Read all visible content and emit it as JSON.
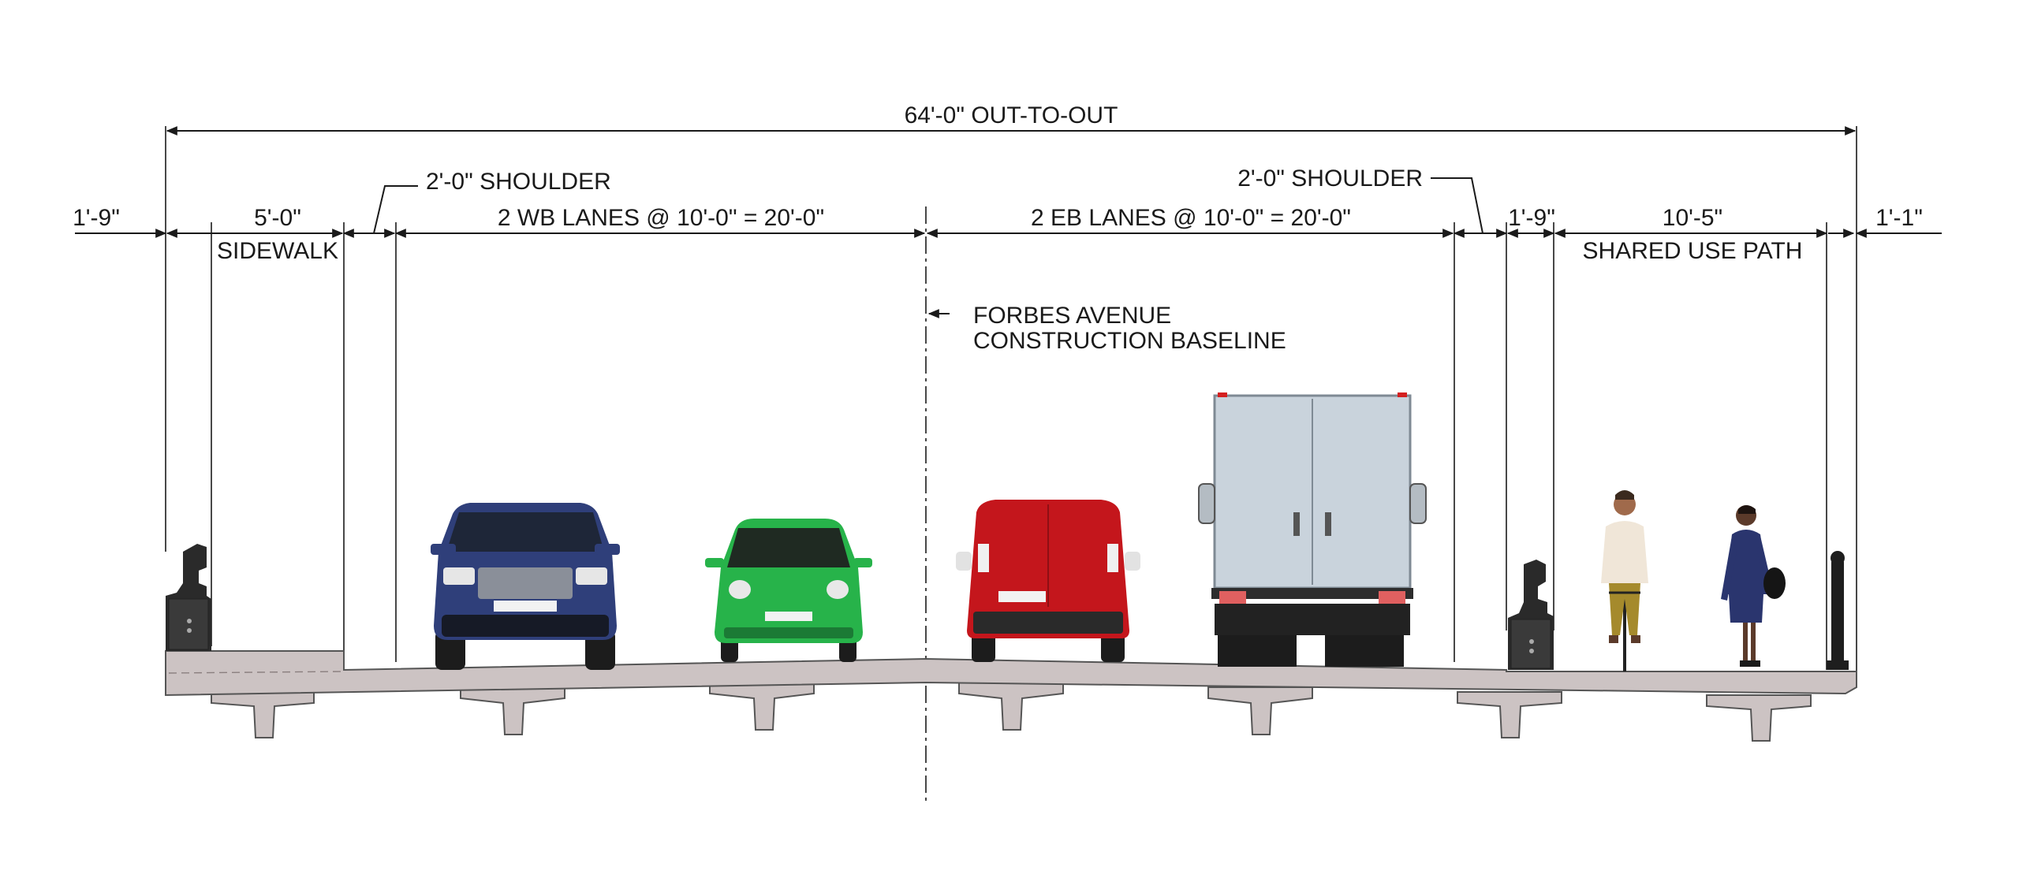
{
  "dimensions": {
    "overall": "64'-0\" OUT-TO-OUT",
    "left_overhang": "1'-9\"",
    "sidewalk_width": "5'-0\"",
    "sidewalk_label": "SIDEWALK",
    "shoulder_left": "2'-0\" SHOULDER",
    "wb_lanes": "2 WB LANES @ 10'-0\" = 20'-0\"",
    "eb_lanes": "2 EB LANES @ 10'-0\" = 20'-0\"",
    "shoulder_right": "2'-0\" SHOULDER",
    "barrier_width": "1'-9\"",
    "path_width": "10'-5\"",
    "path_label": "SHARED USE PATH",
    "right_overhang": "1'-1\""
  },
  "baseline": {
    "line1": "FORBES AVENUE",
    "line2": "CONSTRUCTION BASELINE"
  },
  "colors": {
    "deck": "#ccc3c3",
    "suv": "#2f3f7a",
    "compact_car": "#27b34a",
    "van": "#c4161c",
    "box_truck": "#c9d3dc",
    "line": "#1a1a1a"
  },
  "icons": [
    "traffic-barrier-icon",
    "suv-icon",
    "compact-car-icon",
    "van-icon",
    "box-truck-icon",
    "cyclist-icon",
    "pedestrian-icon",
    "railing-post-icon"
  ]
}
